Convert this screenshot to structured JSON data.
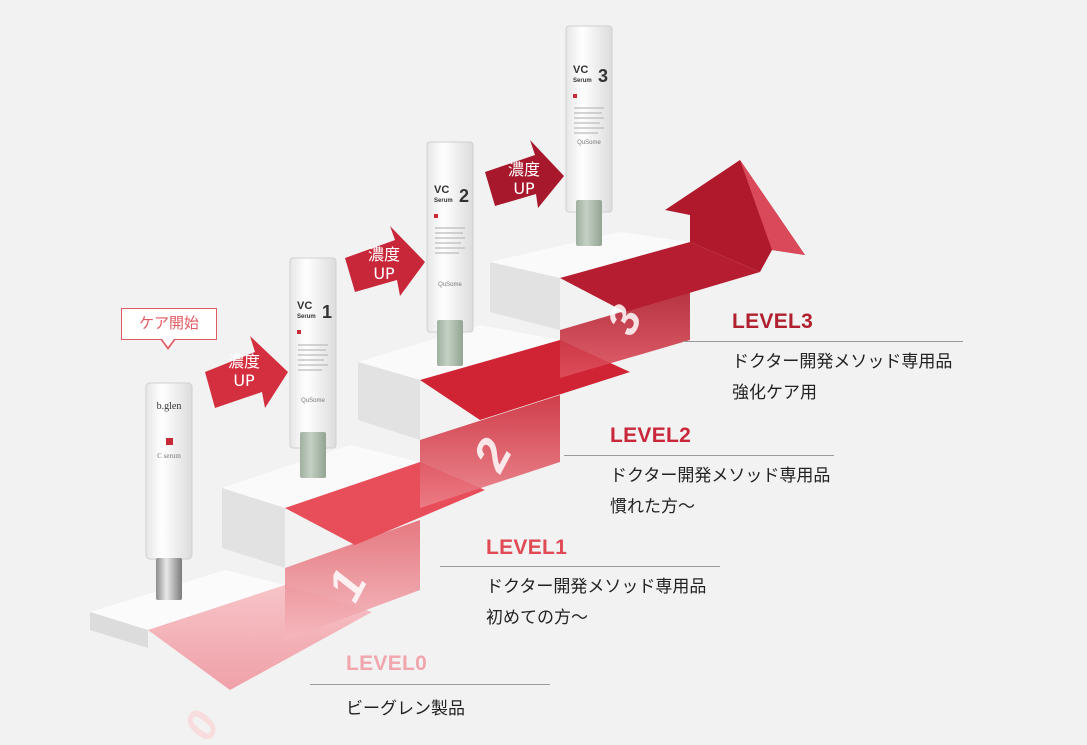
{
  "callout": {
    "label": "ケア開始"
  },
  "arrows": [
    {
      "line1": "濃度",
      "line2": "UP"
    },
    {
      "line1": "濃度",
      "line2": "UP"
    },
    {
      "line1": "濃度",
      "line2": "UP"
    }
  ],
  "steps": [
    {
      "number": "0"
    },
    {
      "number": "1"
    },
    {
      "number": "2"
    },
    {
      "number": "3"
    }
  ],
  "products": [
    {
      "brand": "b.glen",
      "name": "C serum"
    },
    {
      "name_top": "VC",
      "name_mid": "Serum",
      "number": "1",
      "maker": "QuSome"
    },
    {
      "name_top": "VC",
      "name_mid": "Serum",
      "number": "2",
      "maker": "QuSome"
    },
    {
      "name_top": "VC",
      "name_mid": "Serum",
      "number": "3",
      "maker": "QuSome"
    }
  ],
  "levels": [
    {
      "title": "LEVEL3",
      "line1": "ドクター開発メソッド専用品",
      "line2": "強化ケア用",
      "color": "#b0202f"
    },
    {
      "title": "LEVEL2",
      "line1": "ドクター開発メソッド専用品",
      "line2": "慣れた方〜",
      "color": "#c8283a"
    },
    {
      "title": "LEVEL1",
      "line1": "ドクター開発メソッド専用品",
      "line2": "初めての方〜",
      "color": "#e04a55"
    },
    {
      "title": "LEVEL0",
      "line1": "ビーグレン製品",
      "color": "#f1a6ae"
    }
  ],
  "colors": {
    "accent": "#c8283a",
    "dark_arrow": "#a8182c",
    "step0": "#f4b2b8",
    "step1": "#e8505c",
    "step2": "#d42836",
    "step3": "#b81e30"
  }
}
